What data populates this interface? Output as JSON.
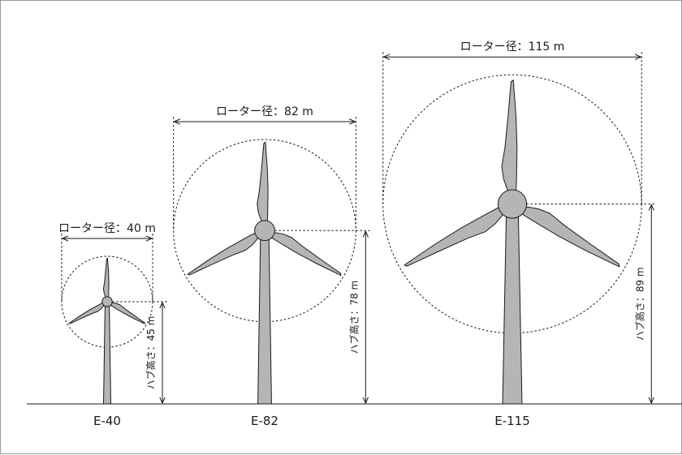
{
  "turbines": [
    {
      "name": "E-40",
      "rotor_label": "ローター径：40 m",
      "hub_label": "ハブ高さ：45 m",
      "rotor_diameter_m": 40,
      "hub_height_m": 45
    },
    {
      "name": "E-82",
      "rotor_label": "ローター径：82 m",
      "hub_label": "ハブ高さ：78 m",
      "rotor_diameter_m": 82,
      "hub_height_m": 78
    },
    {
      "name": "E-115",
      "rotor_label": "ローター径：115 m",
      "hub_label": "ハブ高さ：89 m",
      "rotor_diameter_m": 115,
      "hub_height_m": 89
    }
  ],
  "colors": {
    "turbine_fill": "#b5b5b5",
    "outline": "#1a1a1a",
    "frame": "#9a9a9a"
  }
}
